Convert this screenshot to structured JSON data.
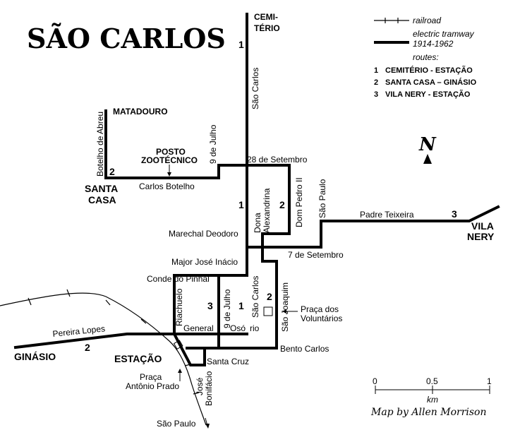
{
  "title": "SÃO CARLOS",
  "legend": {
    "railroad": "railroad",
    "tramway_line1": "electric tramway",
    "tramway_line2": "1914-1962",
    "routes_heading": "routes:",
    "routes": [
      {
        "num": "1",
        "name": "CEMITÉRIO - ESTAÇÃO"
      },
      {
        "num": "2",
        "name": "SANTA CASA – GINÁSIO"
      },
      {
        "num": "3",
        "name": "VILA NERY - ESTAÇÃO"
      }
    ]
  },
  "north": "N",
  "places": {
    "cemiterio_1": "CEMI-",
    "cemiterio_2": "TÉRIO",
    "matadouro": "MATADOURO",
    "posto_1": "POSTO",
    "posto_2": "ZOOTÉCNICO",
    "santa_casa_1": "SANTA",
    "santa_casa_2": "CASA",
    "vila_nery_1": "VILA",
    "vila_nery_2": "NERY",
    "ginasio": "GINÁSIO",
    "estacao": "ESTAÇÃO",
    "praca_voluntarios_1": "Praça dos",
    "praca_voluntarios_2": "Voluntários",
    "praca_antonio_1": "Praça",
    "praca_antonio_2": "Antônio Prado"
  },
  "streets": {
    "sao_carlos_n": "São Carlos",
    "botelho_abreu": "Botelho de Abreu",
    "nove_julho_n": "9 de Julho",
    "vinte_oito": "28 de Setembro",
    "carlos_botelho": "Carlos Botelho",
    "dona_alexandrina_1": "Dona",
    "dona_alexandrina_2": "Alexandrina",
    "dom_pedro": "Dom Pedro II",
    "sao_paulo_n": "São Paulo",
    "padre_teixeira": "Padre Teixeira",
    "marechal": "Marechal Deodoro",
    "major": "Major José Inácio",
    "sete_setembro": "7 de Setembro",
    "conde": "Conde do Pinhal",
    "riachuelo": "Riachuelo",
    "nove_julho_s": "9 de Julho",
    "sao_carlos_s": "São Carlos",
    "sao_joaquim": "São Joaquim",
    "pereira_lopes": "Pereira Lopes",
    "general": "General",
    "osorio_1": "Osó",
    "osorio_2": "rio",
    "bento_carlos": "Bento Carlos",
    "santa_cruz": "Santa Cruz",
    "jose_bonifacio_1": "José",
    "jose_bonifacio_2": "Bonifácio",
    "sao_paulo_s": "São Paulo"
  },
  "route_numbers": {
    "r1_top": "1",
    "r1_mid": "1",
    "r1_south": "1",
    "r2_santa_casa": "2",
    "r2_dom_pedro": "2",
    "r2_sao_joaquim": "2",
    "r2_ginasio": "2",
    "r3_riachuelo": "3",
    "r3_vila_nery": "3"
  },
  "scale": {
    "ticks": [
      "0",
      "0.5",
      "1"
    ],
    "unit": "km"
  },
  "credit": "Map by Allen Morrison",
  "colors": {
    "ink": "#000000",
    "paper": "#ffffff"
  }
}
